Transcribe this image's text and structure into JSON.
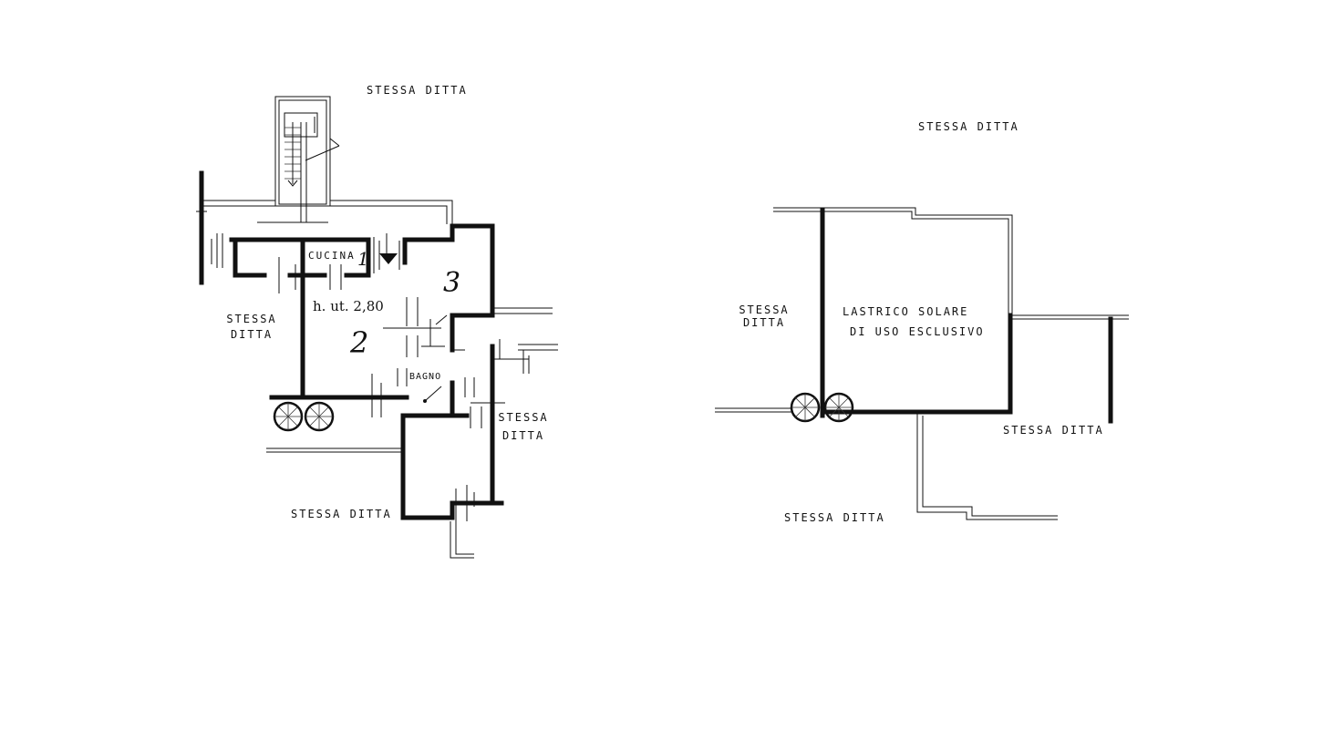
{
  "plan_left": {
    "labels": {
      "top_neighbor": "STESSA DITTA",
      "left_neighbor_line1": "STESSA",
      "left_neighbor_line2": "DITTA",
      "right_neighbor_line1": "STESSA",
      "right_neighbor_line2": "DITTA",
      "bottom_neighbor": "STESSA DITTA",
      "kitchen": "CUCINA",
      "height_note": "h. ut. 2,80",
      "bathroom": "BAGNO",
      "room_1": "1",
      "room_2": "2",
      "room_3": "3"
    }
  },
  "plan_right": {
    "labels": {
      "top_neighbor": "STESSA DITTA",
      "left_neighbor_line1": "STESSA",
      "left_neighbor_line2": "DITTA",
      "roof_line1": "LASTRICO SOLARE",
      "roof_line2": "DI USO ESCLUSIVO",
      "right_neighbor": "STESSA DITTA",
      "bottom_neighbor": "STESSA DITTA"
    }
  },
  "colors": {
    "ink": "#111111",
    "paper": "#ffffff"
  }
}
